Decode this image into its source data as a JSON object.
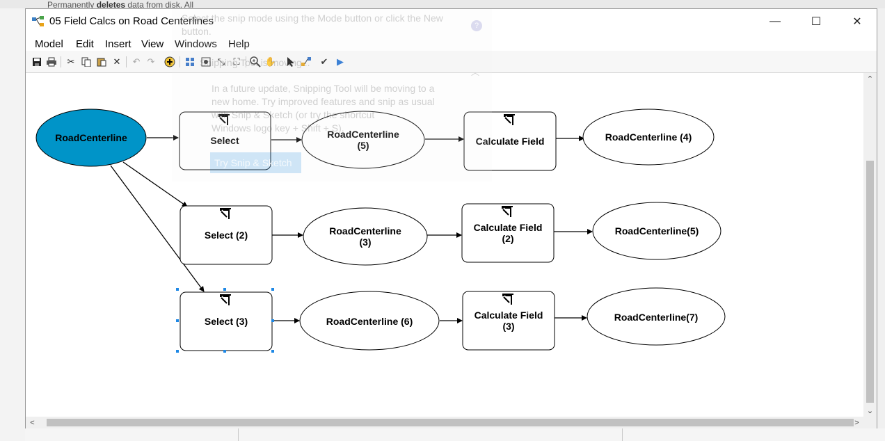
{
  "background": {
    "snippet_prefix": "Permanently ",
    "snippet_bold": "deletes",
    "snippet_suffix": " data from disk. All"
  },
  "window": {
    "title": "05 Field Calcs on Road Centerlines",
    "controls": {
      "minimize": "—",
      "maximize": "☐",
      "close": "✕"
    }
  },
  "menu": [
    "Model",
    "Edit",
    "Insert",
    "View",
    "Windows",
    "Help"
  ],
  "toolbar": {
    "icons": [
      "save-icon",
      "print-icon",
      "cut-icon",
      "copy-icon",
      "paste-icon",
      "delete-icon",
      "undo-icon",
      "redo-icon",
      "add-data-icon",
      "auto-layout-icon",
      "full-extent-icon",
      "fixed-zoom-in-icon",
      "fixed-zoom-out-icon",
      "zoom-in-icon",
      "pan-icon",
      "select-icon",
      "connect-icon",
      "validate-icon",
      "run-icon"
    ]
  },
  "model": {
    "selected_color": "#0094c8",
    "nodes": {
      "input": "RoadCenterline",
      "select_1": "Select",
      "out_select_1_l1": "RoadCenterline",
      "out_select_1_l2": "(5)",
      "calc_1": "Calculate Field",
      "out_calc_1": "RoadCenterline (4)",
      "select_2": "Select (2)",
      "out_select_2_l1": "RoadCenterline",
      "out_select_2_l2": "(3)",
      "calc_2_l1": "Calculate Field",
      "calc_2_l2": "(2)",
      "out_calc_2": "RoadCenterline(5)",
      "select_3": "Select (3)",
      "out_select_3": "RoadCenterline (6)",
      "calc_3_l1": "Calculate Field",
      "calc_3_l2": "(3)",
      "out_calc_3": "RoadCenterline(7)"
    }
  },
  "snip_overlay": {
    "line1": "Select the snip mode using the Mode button or click the New",
    "line2": "button.",
    "line3": "Snipping Tool is moving...",
    "line4": "In a future update, Snipping Tool will be moving to a",
    "line5": "new home. Try improved features and snip as usual",
    "line6": "with Snip & Sketch (or try the shortcut",
    "line7": "Windows logo key + Shift + S).",
    "try_button": "Try Snip & Sketch"
  },
  "scrollbars": {
    "up": "⌃",
    "down": "⌄",
    "left": "<",
    "right": ">"
  }
}
